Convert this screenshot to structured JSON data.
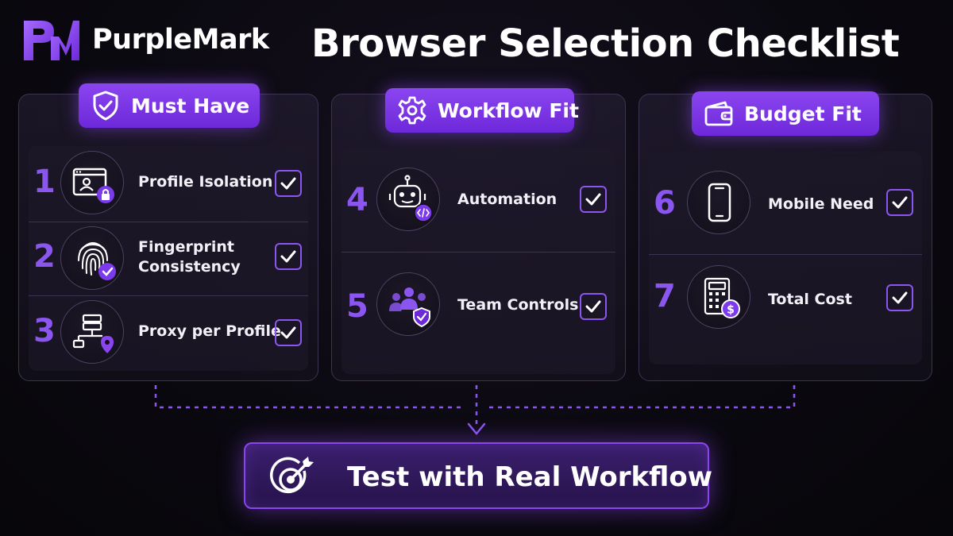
{
  "brand": {
    "name": "PurpleMark",
    "logo_icon": "pm-logo-icon"
  },
  "title": "Browser Selection Checklist",
  "colors": {
    "accent": "#8b45f0",
    "accent_dark": "#6d28d9",
    "number": "#8b55f0",
    "background": "#0b0910"
  },
  "groups": [
    {
      "heading": "Must Have",
      "icon": "shield-check-icon",
      "items": [
        {
          "number": "1",
          "label": "Profile Isolation",
          "icon": "profile-lock-icon",
          "checked": true
        },
        {
          "number": "2",
          "label": "Fingerprint Consistency",
          "icon": "fingerprint-check-icon",
          "checked": true
        },
        {
          "number": "3",
          "label": "Proxy per Profile",
          "icon": "network-location-icon",
          "checked": true
        }
      ]
    },
    {
      "heading": "Workflow Fit",
      "icon": "gear-icon",
      "items": [
        {
          "number": "4",
          "label": "Automation",
          "icon": "robot-code-icon",
          "checked": true
        },
        {
          "number": "5",
          "label": "Team Controls",
          "icon": "team-shield-icon",
          "checked": true
        }
      ]
    },
    {
      "heading": "Budget Fit",
      "icon": "wallet-icon",
      "items": [
        {
          "number": "6",
          "label": "Mobile Need",
          "icon": "smartphone-icon",
          "checked": true
        },
        {
          "number": "7",
          "label": "Total Cost",
          "icon": "calculator-dollar-icon",
          "checked": true
        }
      ]
    }
  ],
  "cta": {
    "label": "Test with Real Workflow",
    "icon": "target-arrow-icon"
  }
}
